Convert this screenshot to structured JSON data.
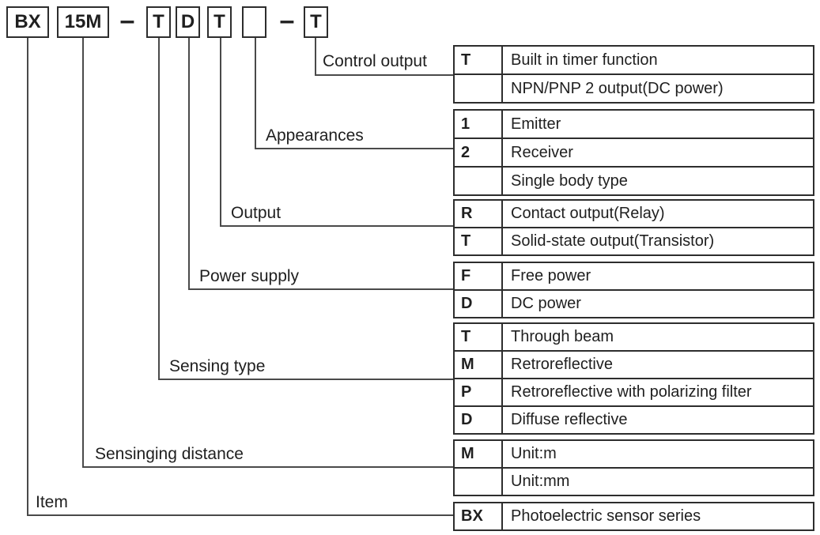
{
  "model_code": {
    "segments": [
      {
        "kind": "box",
        "text": "BX"
      },
      {
        "kind": "box",
        "text": "15M"
      },
      {
        "kind": "dash",
        "text": "–"
      },
      {
        "kind": "box",
        "text": "T"
      },
      {
        "kind": "box",
        "text": "D"
      },
      {
        "kind": "box",
        "text": "T"
      },
      {
        "kind": "box",
        "text": ""
      },
      {
        "kind": "dash",
        "text": "–"
      },
      {
        "kind": "box",
        "text": "T"
      }
    ]
  },
  "groups": [
    {
      "label": "Control output",
      "rows": [
        {
          "code": "T",
          "desc": "Built in timer function"
        },
        {
          "code": "",
          "desc": "NPN/PNP 2 output(DC power)"
        }
      ]
    },
    {
      "label": "Appearances",
      "rows": [
        {
          "code": "1",
          "desc": "Emitter"
        },
        {
          "code": "2",
          "desc": "Receiver"
        },
        {
          "code": "",
          "desc": "Single body type"
        }
      ]
    },
    {
      "label": "Output",
      "rows": [
        {
          "code": "R",
          "desc": "Contact output(Relay)"
        },
        {
          "code": "T",
          "desc": "Solid-state output(Transistor)"
        }
      ]
    },
    {
      "label": "Power supply",
      "rows": [
        {
          "code": "F",
          "desc": "Free power"
        },
        {
          "code": "D",
          "desc": "DC power"
        }
      ]
    },
    {
      "label": "Sensing type",
      "rows": [
        {
          "code": "T",
          "desc": "Through beam"
        },
        {
          "code": "M",
          "desc": "Retroreflective"
        },
        {
          "code": "P",
          "desc": "Retroreflective with polarizing filter"
        },
        {
          "code": "D",
          "desc": "Diffuse reflective"
        }
      ]
    },
    {
      "label": "Sensinging distance",
      "rows": [
        {
          "code": "M",
          "desc": "Unit:m"
        },
        {
          "code": "",
          "desc": "Unit:mm"
        }
      ]
    },
    {
      "label": "Item",
      "rows": [
        {
          "code": "BX",
          "desc": "Photoelectric sensor series"
        }
      ]
    }
  ],
  "colors": {
    "line": "#4a4a4a",
    "border": "#2d2d2d",
    "text": "#1f1f1f",
    "background": "#ffffff"
  }
}
